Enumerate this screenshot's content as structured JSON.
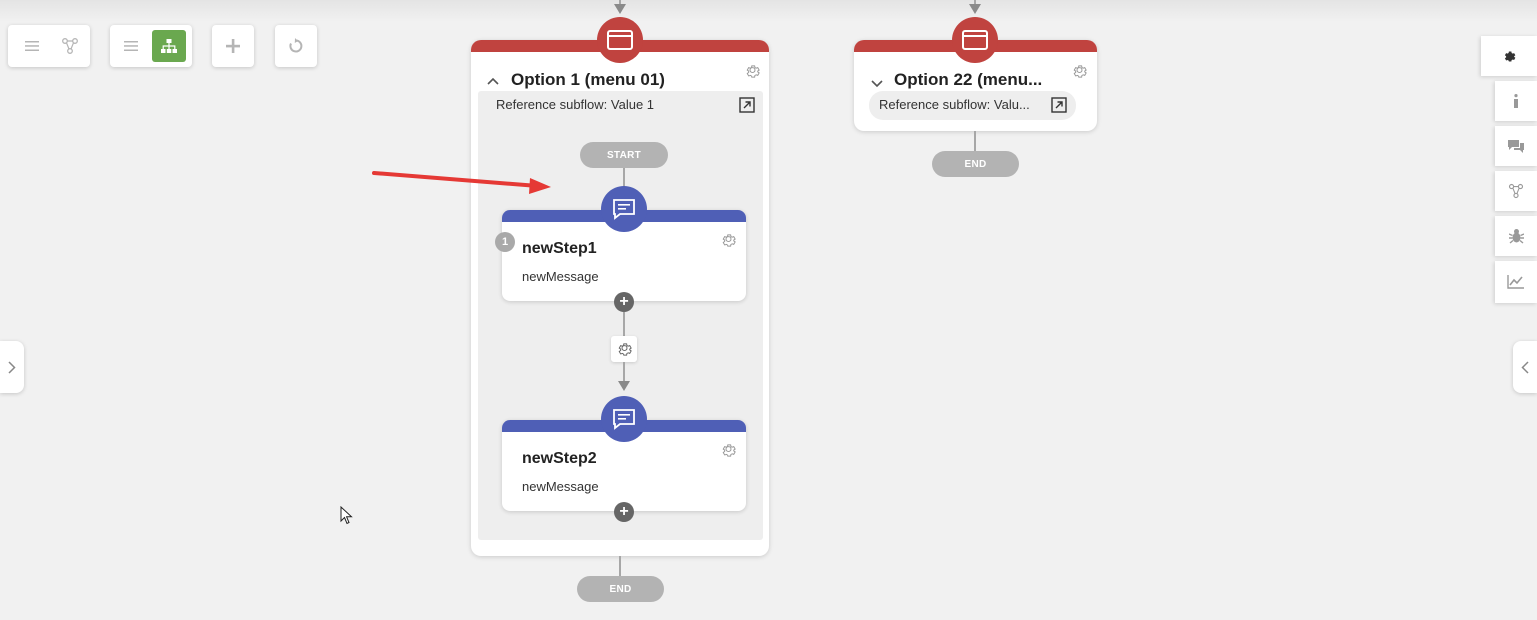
{
  "toolbar": {
    "groups": [
      {
        "buttons": [
          {
            "icon": "list-icon"
          },
          {
            "icon": "flow-icon"
          }
        ]
      },
      {
        "buttons": [
          {
            "icon": "list-icon"
          },
          {
            "icon": "sitemap-icon",
            "active": true
          }
        ]
      },
      {
        "buttons": [
          {
            "icon": "plus-icon"
          }
        ]
      },
      {
        "buttons": [
          {
            "icon": "refresh-icon"
          }
        ]
      }
    ],
    "active_color": "#6aa84f"
  },
  "menu1": {
    "title": "Option 1 (menu 01)",
    "reference": "Reference subflow: Value 1",
    "start_label": "START",
    "steps": [
      {
        "number": "1",
        "title": "newStep1",
        "subtitle": "newMessage"
      },
      {
        "title": "newStep2",
        "subtitle": "newMessage"
      }
    ],
    "end_label": "END"
  },
  "menu22": {
    "title": "Option 22 (menu...",
    "reference": "Reference subflow: Valu...",
    "end_label": "END"
  },
  "colors": {
    "menu_header": "#c0433f",
    "step_header": "#4f5fb6",
    "canvas": "#f1f1f1"
  },
  "right_sidebar": {
    "icons": [
      "gear-icon",
      "info-icon",
      "comments-icon",
      "flow-icon",
      "bug-icon",
      "chart-icon"
    ]
  }
}
